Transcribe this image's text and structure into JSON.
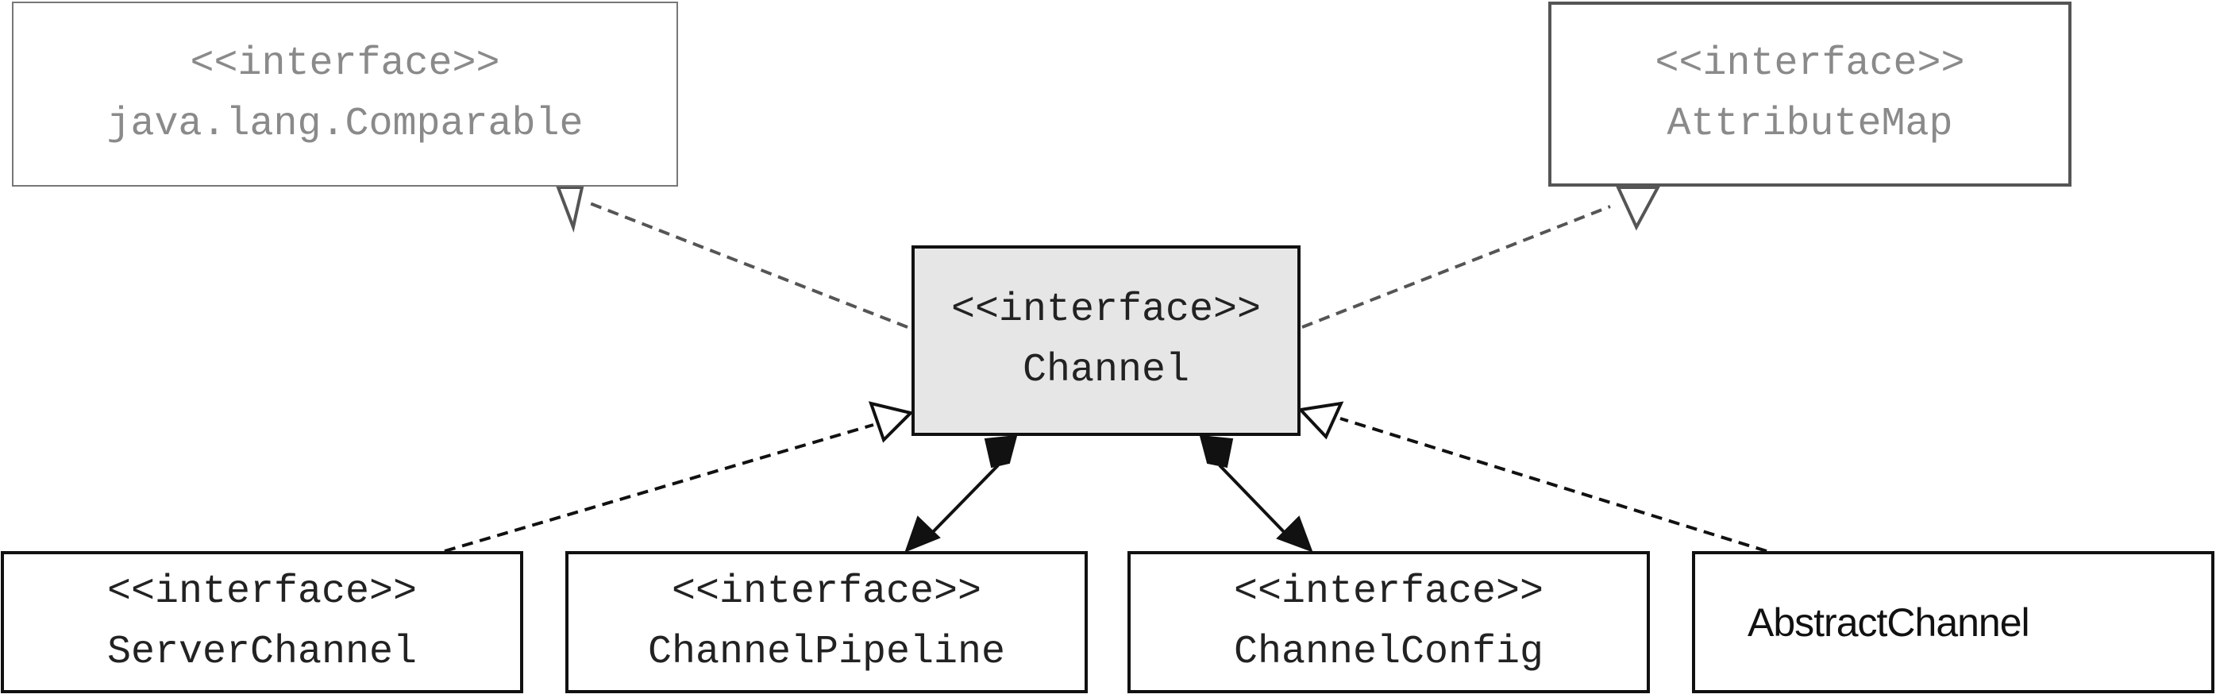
{
  "diagram": {
    "nodes": {
      "comparable": {
        "stereotype": "<<interface>>",
        "name": "java.lang.Comparable"
      },
      "attribute_map": {
        "stereotype": "<<interface>>",
        "name": "AttributeMap"
      },
      "channel": {
        "stereotype": "<<interface>>",
        "name": "Channel"
      },
      "server_channel": {
        "stereotype": "<<interface>>",
        "name": "ServerChannel"
      },
      "channel_pipeline": {
        "stereotype": "<<interface>>",
        "name": "ChannelPipeline"
      },
      "channel_config": {
        "stereotype": "<<interface>>",
        "name": "ChannelConfig"
      },
      "abstract_channel": {
        "name": "AbstractChannel"
      }
    },
    "edges": [
      {
        "from": "channel",
        "to": "comparable",
        "kind": "realization"
      },
      {
        "from": "channel",
        "to": "attribute_map",
        "kind": "realization"
      },
      {
        "from": "server_channel",
        "to": "channel",
        "kind": "realization"
      },
      {
        "from": "abstract_channel",
        "to": "channel",
        "kind": "realization"
      },
      {
        "from": "channel",
        "to": "channel_pipeline",
        "kind": "composition"
      },
      {
        "from": "channel",
        "to": "channel_config",
        "kind": "composition"
      }
    ],
    "colors": {
      "line": "#111111",
      "faded_line": "#555555",
      "center_fill": "#e6e6e6",
      "faded_text": "#8a8a8a"
    }
  }
}
